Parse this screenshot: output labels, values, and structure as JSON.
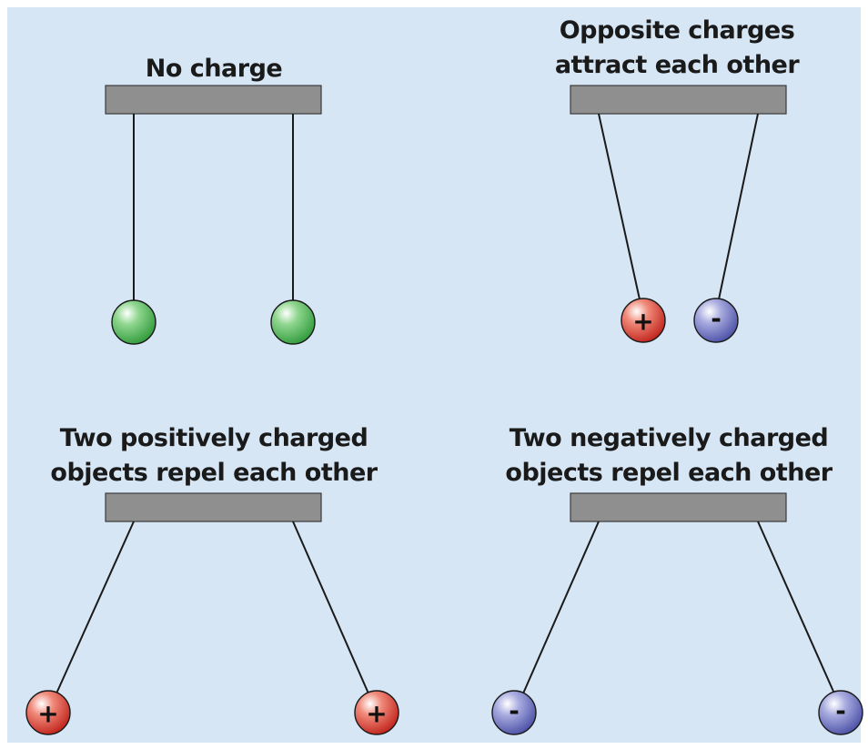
{
  "panels": [
    {
      "id": "no-charge",
      "title_lines": [
        "No charge"
      ],
      "balls": [
        {
          "charge": "neutral",
          "sign": ""
        },
        {
          "charge": "neutral",
          "sign": ""
        }
      ]
    },
    {
      "id": "opposite-charges",
      "title_lines": [
        "Opposite charges",
        "attract each other"
      ],
      "balls": [
        {
          "charge": "positive",
          "sign": "+"
        },
        {
          "charge": "negative",
          "sign": "-"
        }
      ]
    },
    {
      "id": "two-positive",
      "title_lines": [
        "Two positively charged",
        "objects repel each other"
      ],
      "balls": [
        {
          "charge": "positive",
          "sign": "+"
        },
        {
          "charge": "positive",
          "sign": "+"
        }
      ]
    },
    {
      "id": "two-negative",
      "title_lines": [
        "Two negatively charged",
        "objects repel each other"
      ],
      "balls": [
        {
          "charge": "negative",
          "sign": "-"
        },
        {
          "charge": "negative",
          "sign": "-"
        }
      ]
    }
  ],
  "colors": {
    "background": "#d6e6f5",
    "bar": "#8f8f8f",
    "neutral": "#5cbf5c",
    "positive": "#d63a2e",
    "negative": "#6f75c0"
  }
}
